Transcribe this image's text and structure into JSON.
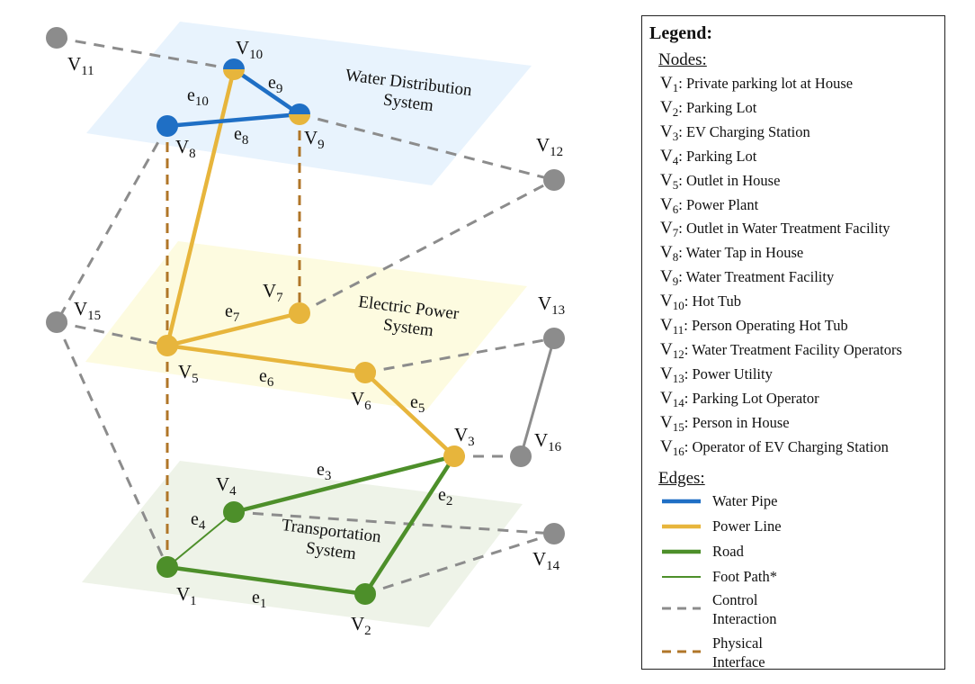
{
  "layers": {
    "water": "Water Distribution System",
    "water_l1": "Water Distribution",
    "water_l2": "System",
    "power_l1": "Electric Power",
    "power_l2": "System",
    "transport_l1": "Transportation",
    "transport_l2": "System"
  },
  "node_labels": {
    "v1": "1",
    "v2": "2",
    "v3": "3",
    "v4": "4",
    "v5": "5",
    "v6": "6",
    "v7": "7",
    "v8": "8",
    "v9": "9",
    "v10": "10",
    "v11": "11",
    "v12": "12",
    "v13": "13",
    "v14": "14",
    "v15": "15",
    "v16": "16"
  },
  "edge_labels": {
    "e1": "1",
    "e2": "2",
    "e3": "3",
    "e4": "4",
    "e5": "5",
    "e6": "6",
    "e7": "7",
    "e8": "8",
    "e9": "9",
    "e10": "10"
  },
  "legend": {
    "title": "Legend:",
    "nodes_heading": "Nodes:",
    "nodes": [
      {
        "sub": "1",
        "text": ": Private parking lot at House"
      },
      {
        "sub": "2",
        "text": ": Parking Lot"
      },
      {
        "sub": "3",
        "text": ": EV Charging Station"
      },
      {
        "sub": "4",
        "text": ": Parking Lot"
      },
      {
        "sub": "5",
        "text": ": Outlet in House"
      },
      {
        "sub": "6",
        "text": ": Power Plant"
      },
      {
        "sub": "7",
        "text": ": Outlet in Water Treatment Facility"
      },
      {
        "sub": "8",
        "text": ": Water Tap in House"
      },
      {
        "sub": "9",
        "text": ": Water Treatment Facility"
      },
      {
        "sub": "10",
        "text": ": Hot Tub"
      },
      {
        "sub": "11",
        "text": ": Person Operating Hot Tub"
      },
      {
        "sub": "12",
        "text": ": Water Treatment Facility Operators"
      },
      {
        "sub": "13",
        "text": ": Power Utility"
      },
      {
        "sub": "14",
        "text": ": Parking Lot Operator"
      },
      {
        "sub": "15",
        "text": ": Person in House"
      },
      {
        "sub": "16",
        "text": ": Operator of EV Charging Station"
      }
    ],
    "edges_heading": "Edges:",
    "edges": {
      "water_pipe": "Water Pipe",
      "power_line": "Power Line",
      "road": "Road",
      "foot_path": "Foot Path*",
      "control_l1": "Control",
      "control_l2": "Interaction",
      "physical_l1": "Physical",
      "physical_l2": "Interface"
    }
  },
  "colors": {
    "water": "#1f6fc5",
    "power": "#e7b53c",
    "road": "#4d8f2a",
    "control": "#8c8c8c",
    "physical": "#b07628",
    "water_plane": "#e8f3fd",
    "power_plane": "#fdfbe0",
    "transport_plane": "#eef3e8"
  }
}
